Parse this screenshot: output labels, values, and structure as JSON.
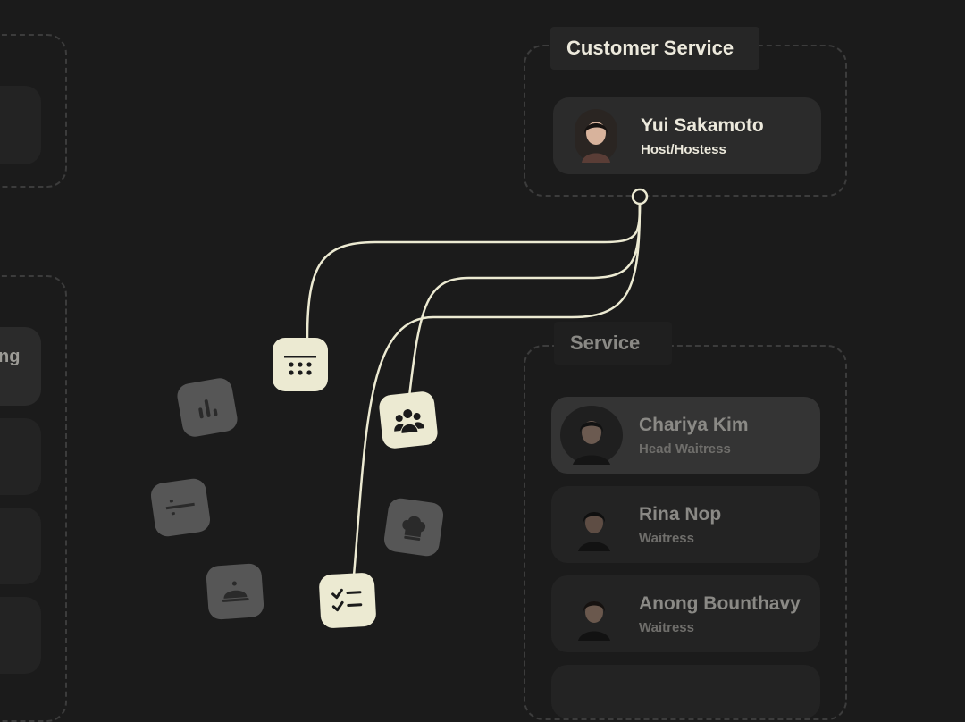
{
  "groups": {
    "customer_service": {
      "title": "Customer Service",
      "members": [
        {
          "name": "Yui Sakamoto",
          "role": "Host/Hostess"
        }
      ]
    },
    "service": {
      "title": "Service",
      "members": [
        {
          "name": "Chariya Kim",
          "role": "Head Waitress"
        },
        {
          "name": "Rina Nop",
          "role": "Waitress"
        },
        {
          "name": "Anong Bounthavy",
          "role": "Waitress"
        }
      ]
    },
    "left_partial": {
      "visible_label_fragment": "ng"
    }
  },
  "icons": {
    "reservation": "calendar-grid-icon",
    "team": "team-people-icon",
    "checklist": "checklist-icon",
    "analytics": "bar-chart-icon",
    "storage": "fridge-icon",
    "cuisine": "chef-hat-icon",
    "serving": "cloche-icon"
  },
  "colors": {
    "background": "#1b1b1b",
    "accent_cream": "#ecead2",
    "card": "#2b2b2b",
    "inactive_icon_tile": "#565656",
    "dashed_border": "#3c3c3c"
  }
}
